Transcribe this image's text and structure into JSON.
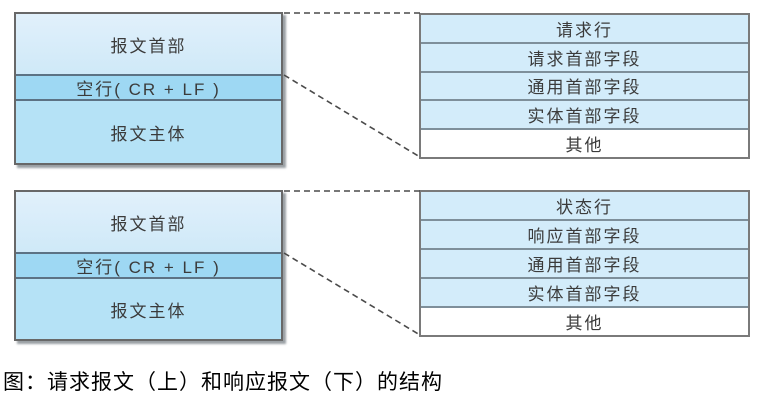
{
  "figure": {
    "caption": "图：请求报文（上）和响应报文（下）的结构"
  },
  "request_group": {
    "message_box": {
      "header": "报文首部",
      "blank_line": "空行( CR + LF )",
      "body": "报文主体"
    },
    "detail_rows": [
      "请求行",
      "请求首部字段",
      "通用首部字段",
      "实体首部字段",
      "其他"
    ]
  },
  "response_group": {
    "message_box": {
      "header": "报文首部",
      "blank_line": "空行( CR + LF )",
      "body": "报文主体"
    },
    "detail_rows": [
      "状态行",
      "响应首部字段",
      "通用首部字段",
      "实体首部字段",
      "其他"
    ]
  },
  "colors": {
    "header_fill_top": "#e1f0fb",
    "header_fill_bottom": "#cfe9f8",
    "blank_fill": "#9ed8f3",
    "body_fill": "#b5e2f6",
    "row_fill": "#d3ecfa",
    "row_other_fill": "#ffffff",
    "box_border": "#686868",
    "band_border": "#5c7284",
    "detail_border": "#7a7a7a",
    "row_border": "#7e8f9a",
    "text_color": "#3b3b3b",
    "caption_color": "#000000",
    "connector_color": "#4a4a4a"
  }
}
